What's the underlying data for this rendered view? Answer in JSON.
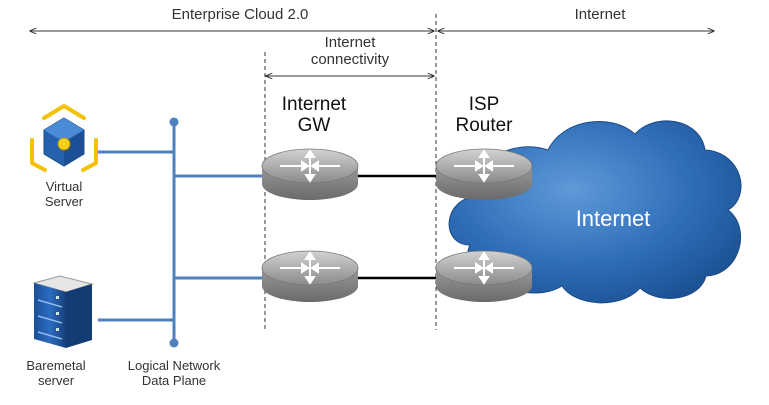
{
  "top_span_left": "Enterprise Cloud 2.0",
  "top_span_right": "Internet",
  "connectivity_label": {
    "line1": "Internet",
    "line2": "connectivity"
  },
  "internet_gw": {
    "line1": "Internet",
    "line2": "GW"
  },
  "isp_router": {
    "line1": "ISP",
    "line2": "Router"
  },
  "cloud_label": "Internet",
  "virtual_server": {
    "line1": "Virtual",
    "line2": "Server"
  },
  "baremetal_server": {
    "line1": "Baremetal",
    "line2": "server"
  },
  "logical_network": {
    "line1": "Logical Network",
    "line2": "Data Plane"
  },
  "colors": {
    "link": "#4f81bd",
    "cloud": "#1f5fa8",
    "router": "#8c8c8c",
    "accent": "#f2c200",
    "server": "#1a4f95"
  }
}
